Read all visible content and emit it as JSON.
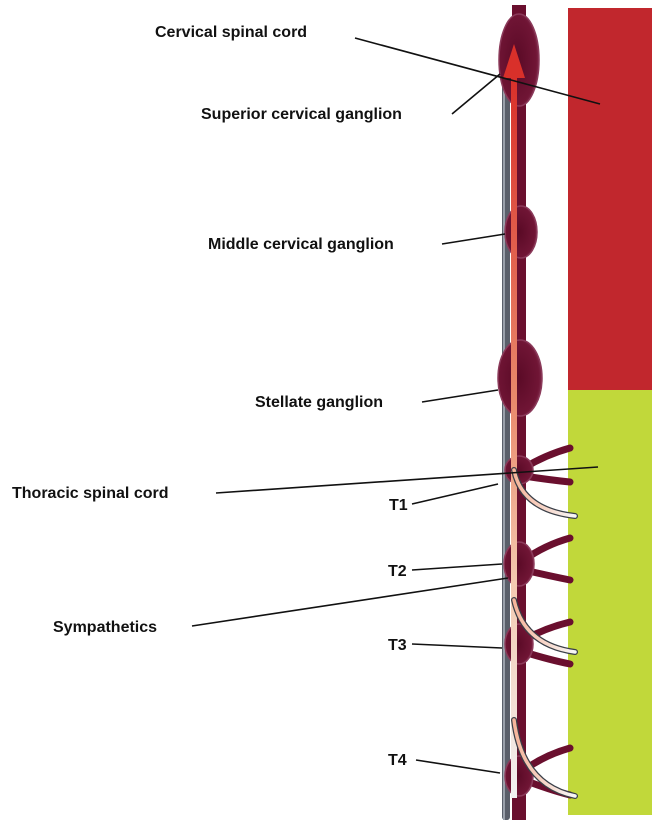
{
  "diagram": {
    "colors": {
      "cervical_zone": "#c1272d",
      "thoracic_zone": "#c1d83a",
      "cord": "#6a0f2e",
      "ganglion": "#701535",
      "ganglion_rim": "#8b3a5a",
      "chain": "#5a5f6a",
      "arrow": "#d9302a"
    },
    "labels": {
      "cervical_spinal_cord": "Cervical spinal cord",
      "superior_cervical_ganglion": "Superior cervical ganglion",
      "middle_cervical_ganglion": "Middle cervical ganglion",
      "stellate_ganglion": "Stellate ganglion",
      "thoracic_spinal_cord": "Thoracic spinal cord",
      "t1": "T1",
      "t2": "T2",
      "sympathetics": "Sympathetics",
      "t3": "T3",
      "t4": "T4"
    }
  }
}
